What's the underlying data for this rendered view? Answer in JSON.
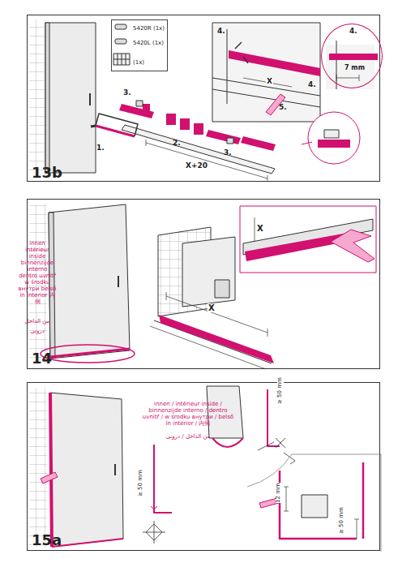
{
  "diagram": {
    "nodes": [
      {
        "text": [
          "13b"
        ]
      },
      {
        "text": [
          "5420R (1x)",
          "5420L (1x)",
          "(1x)"
        ],
        "in": 0
      },
      {
        "text": [
          "4.",
          "7 mm"
        ],
        "in": 0
      },
      {
        "text": [
          "14"
        ]
      },
      {
        "text": [
          "15a"
        ]
      }
    ],
    "labels": [
      "1.",
      "X+20",
      "2.",
      "3.",
      "3.",
      "4.",
      "5.",
      "X",
      "4.",
      "innen intérieur inside binnenzijde interno dentro uvnitř w środku внутри belső în interior 内側",
      "من الداخل",
      "درونی",
      "X",
      "X",
      "innen / intérieur inside / binnenzijde interno / dentro uvnitř / w środku внутри / belső în interior / 内側",
      "من الداخل / درونی",
      "≥ 50 mm",
      "≥ 50 mm",
      "12 mm",
      "≥ 50 mm"
    ]
  }
}
